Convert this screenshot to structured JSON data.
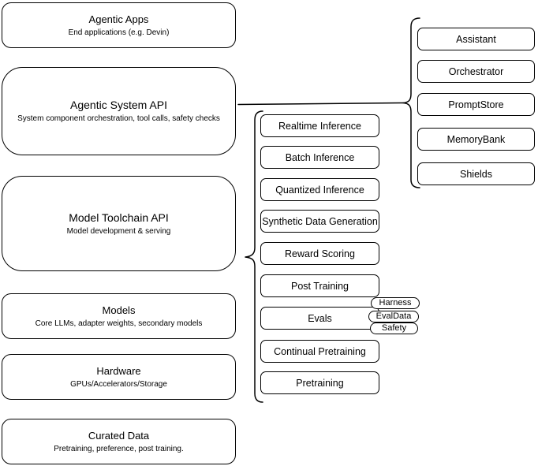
{
  "left_stack": {
    "boxes": [
      {
        "title": "Agentic Apps",
        "subtitle": "End applications (e.g. Devin)"
      },
      {
        "title": "Agentic System API",
        "subtitle": "System component orchestration, tool calls, safety checks"
      },
      {
        "title": "Model Toolchain API",
        "subtitle": "Model development & serving"
      },
      {
        "title": "Models",
        "subtitle": "Core LLMs, adapter weights, secondary models"
      },
      {
        "title": "Hardware",
        "subtitle": "GPUs/Accelerators/Storage"
      },
      {
        "title": "Curated Data",
        "subtitle": "Pretraining, preference, post training."
      }
    ]
  },
  "toolchain_stack": {
    "items": [
      {
        "label": "Realtime Inference"
      },
      {
        "label": "Batch Inference"
      },
      {
        "label": "Quantized Inference"
      },
      {
        "label": "Synthetic Data Generation"
      },
      {
        "label": "Reward Scoring"
      },
      {
        "label": "Post Training"
      },
      {
        "label": "Evals"
      },
      {
        "label": "Continual Pretraining"
      },
      {
        "label": "Pretraining"
      }
    ],
    "eval_tags": [
      {
        "label": "Harness"
      },
      {
        "label": "EvalData"
      },
      {
        "label": "Safety"
      }
    ]
  },
  "agentic_stack": {
    "items": [
      {
        "label": "Assistant"
      },
      {
        "label": "Orchestrator"
      },
      {
        "label": "PromptStore"
      },
      {
        "label": "MemoryBank"
      },
      {
        "label": "Shields"
      }
    ]
  },
  "colors": {
    "stroke": "#000000",
    "fill": "#ffffff",
    "background": "#ffffff"
  }
}
